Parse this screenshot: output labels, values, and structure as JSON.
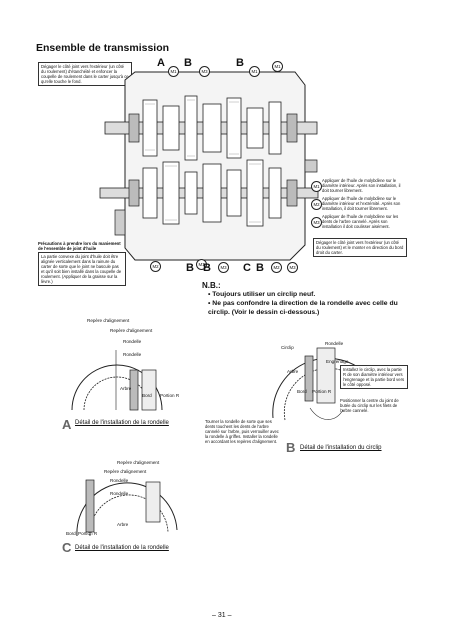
{
  "title": "Ensemble de transmission",
  "notes": {
    "top_left": "Dégager le côté joint vers l'extérieur (un côté du roulement) d'étanchéité et enfoncer la coupelle de roulement dans le carter jusqu'à ce qu'elle touche le fond.",
    "left_mid_title": "Précautions à prendre lors du maniement de l'ensemble de joint d'huile",
    "left_mid_body": "La partie convexe du joint d'huile doit être alignée verticalement dans la rainure du carter de sorte que le joint ne bascule pas et qu'il soit bien installé dans la coupelle de roulement. (Appliquer de la graisse sur la lèvre.)",
    "m1": "Appliquer de l'huile de molybdène sur le diamètre intérieur. Après son installation, il doit tourner librement.",
    "m2": "Appliquer de l'huile de molybdène sur le diamètre intérieur et l'extrémité. Après son installation, il doit tourner librement.",
    "m3": "Appliquer de l'huile de molybdène sur les dents de l'arbre cannelé. Après son installation il doit coulisser aisément.",
    "right_mid": "Dégager le côté joint vers l'extérieur (un côté du roulement) et le monter en direction du bord droit du carter.",
    "install_circlip": "Installez le circlip, avec la partie R de son diamètre intérieur vers l'engrenage et la partie bord vers le côté opposé.",
    "position_gap": "Positionner la centre du joint de butée du circlip sur les filets de l'arbre cannelé.",
    "instruction_c": "Tourner la rondelle de sorte que ses dents touchent les dents de l'arbre cannelé sur l'arbre, puis verrouiller avec la rondelle à griffes. Installer la rondelle en accordant les repères d'alignement."
  },
  "callouts": {
    "A": "A",
    "B": "B",
    "C": "C",
    "M1": "M1",
    "M2": "M2",
    "M3": "M3"
  },
  "nb": {
    "title": "N.B.:",
    "items": [
      "Toujours utiliser un circlip neuf.",
      "Ne pas confondre la direction de la rondelle avec celle du circlip. (Voir le dessin ci-dessous.)"
    ]
  },
  "detail_a": {
    "label_alignement_1": "Repère d'alignement",
    "label_alignement_2": "Repère d'alignement",
    "rondelle_1": "Rondelle",
    "rondelle_2": "Rondelle",
    "arbre": "Arbre",
    "bord": "Bord",
    "portion": "Portion R",
    "caption": "Détail de l'installation de la rondelle"
  },
  "detail_b": {
    "circlip": "Circlip",
    "rondelle": "Rondelle",
    "engrenage": "Engrenage",
    "arbre": "Arbre",
    "bord": "Bord",
    "portion": "Portion R",
    "caption": "Détail de l'installation du circlip"
  },
  "detail_c": {
    "label_alignement_1": "Repère d'alignement",
    "label_alignement_2": "Repère d'alignement",
    "rondelle_1": "Rondelle",
    "rondelle_2": "Rondelle",
    "arbre": "Arbre",
    "bord": "Bord",
    "portion": "Portion R",
    "caption": "Détail de l'installation de la rondelle"
  },
  "page_number": "– 31 –"
}
